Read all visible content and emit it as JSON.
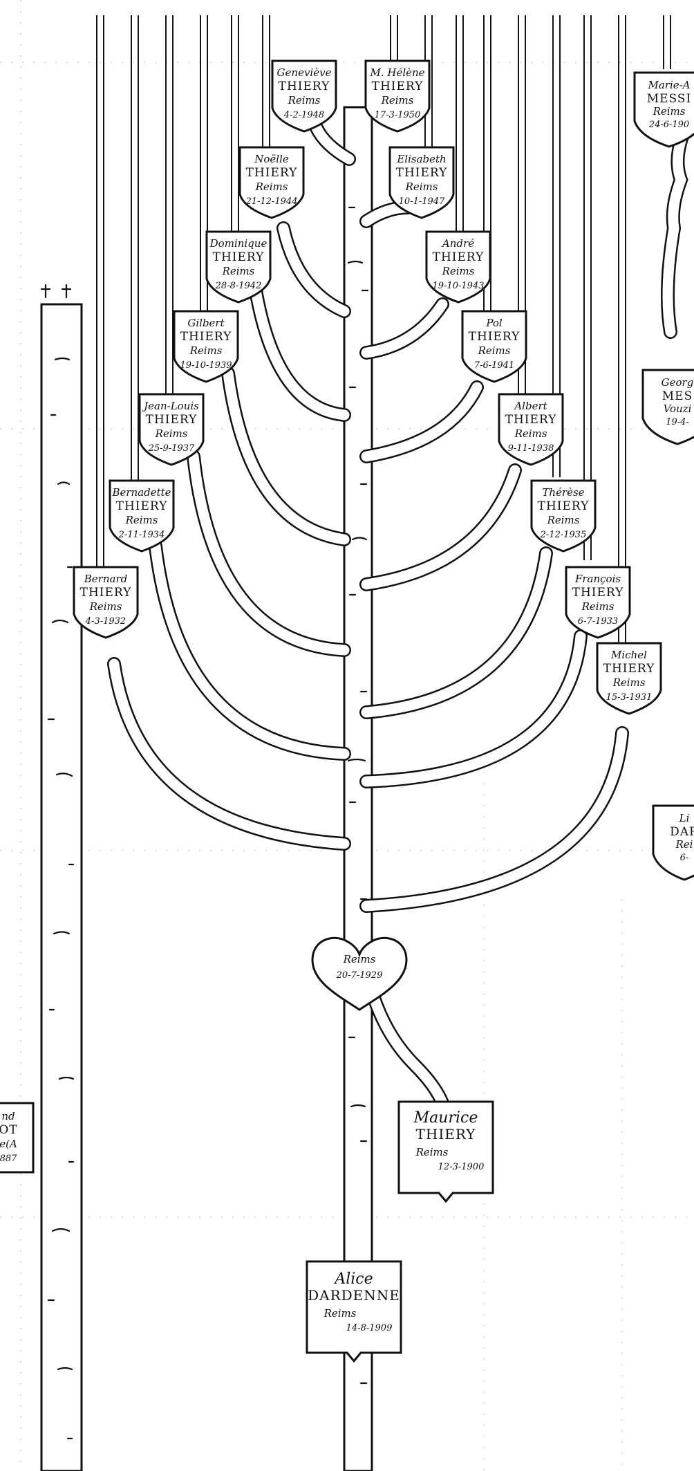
{
  "diagram": {
    "children": [
      {
        "first": "Geneviève",
        "surname": "THIERY",
        "place": "Reims",
        "date": "4-2-1948"
      },
      {
        "first": "M. Hélène",
        "surname": "THIERY",
        "place": "Reims",
        "date": "17-3-1950"
      },
      {
        "first": "Noëlle",
        "surname": "THIERY",
        "place": "Reims",
        "date": "21-12-1944"
      },
      {
        "first": "Elisabeth",
        "surname": "THIERY",
        "place": "Reims",
        "date": "10-1-1947"
      },
      {
        "first": "Dominique",
        "surname": "THIERY",
        "place": "Reims",
        "date": "28-8-1942"
      },
      {
        "first": "André",
        "surname": "THIERY",
        "place": "Reims",
        "date": "19-10-1943"
      },
      {
        "first": "Gilbert",
        "surname": "THIERY",
        "place": "Reims",
        "date": "19-10-1939"
      },
      {
        "first": "Pol",
        "surname": "THIERY",
        "place": "Reims",
        "date": "7-6-1941"
      },
      {
        "first": "Jean-Louis",
        "surname": "THIERY",
        "place": "Reims",
        "date": "25-9-1937"
      },
      {
        "first": "Albert",
        "surname": "THIERY",
        "place": "Reims",
        "date": "9-11-1938"
      },
      {
        "first": "Bernadette",
        "surname": "THIERY",
        "place": "Reims",
        "date": "2-11-1934"
      },
      {
        "first": "Thérèse",
        "surname": "THIERY",
        "place": "Reims",
        "date": "2-12-1935"
      },
      {
        "first": "Bernard",
        "surname": "THIERY",
        "place": "Reims",
        "date": "4-3-1932"
      },
      {
        "first": "François",
        "surname": "THIERY",
        "place": "Reims",
        "date": "6-7-1933"
      },
      {
        "first": "Michel",
        "surname": "THIERY",
        "place": "Reims",
        "date": "15-3-1931"
      }
    ],
    "marriage": {
      "place": "Reims",
      "date": "20-7-1929"
    },
    "husband": {
      "first": "Maurice",
      "surname": "THIERY",
      "place": "Reims",
      "date": "12-3-1900"
    },
    "wife": {
      "first": "Alice",
      "surname": "DARDENNE",
      "place": "Reims",
      "date": "14-8-1909"
    },
    "edge_right": [
      {
        "first": "Marie-A",
        "surname": "MESSI",
        "place": "Reims",
        "date": "24-6-190"
      },
      {
        "first": "Georg",
        "surname": "MES",
        "place": "Vouzi",
        "date": "19-4-"
      },
      {
        "first": "Li",
        "surname": "DAR",
        "place": "Rei",
        "date": "6-"
      }
    ],
    "edge_left": [
      {
        "first": "nd",
        "surname": "OT",
        "place": "e(A",
        "date": "887"
      }
    ]
  }
}
